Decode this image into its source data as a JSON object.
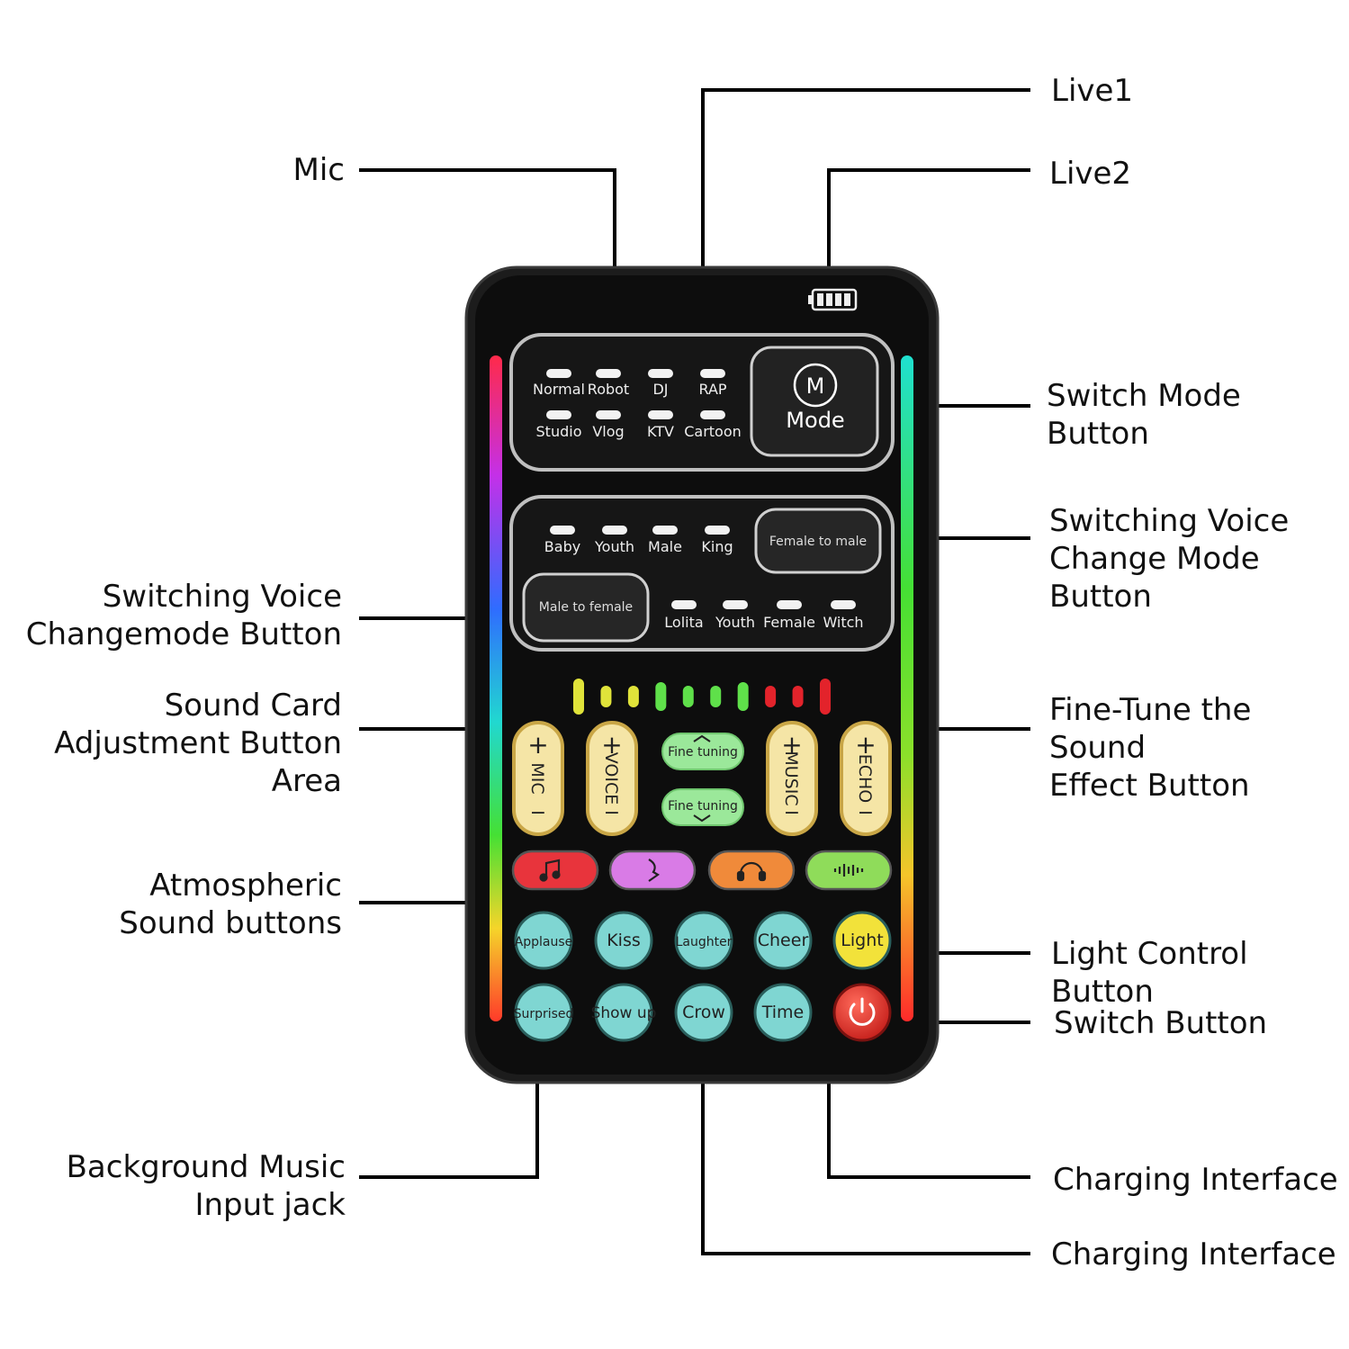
{
  "callouts": {
    "live1": "Live1",
    "mic": "Mic",
    "live2": "Live2",
    "switch_mode": "Switch Mode\nButton",
    "switch_voice_right": "Switching Voice\nChange Mode Button",
    "switch_voice_left": "Switching Voice\nChangemode Button",
    "sound_card": "Sound Card\nAdjustment Button Area",
    "fine_tune": "Fine-Tune the Sound\nEffect Button",
    "atmospheric": "Atmospheric\nSound buttons",
    "light_control": "Light Control Button",
    "switch_button": "Switch Button",
    "bg_music": "Background Music\nInput jack",
    "charging_1": "Charging Interface",
    "charging_2": "Charging Interface"
  },
  "device": {
    "mode_labels_row1": [
      "Normal",
      "Robot",
      "DJ",
      "RAP"
    ],
    "mode_labels_row2": [
      "Studio",
      "Vlog",
      "KTV",
      "Cartoon"
    ],
    "mode_button_icon_letter": "M",
    "mode_button_label": "Mode",
    "voice_labels_row1": [
      "Baby",
      "Youth",
      "Male",
      "King"
    ],
    "female_to_male": "Female to male",
    "male_to_female": "Male to female",
    "voice_labels_row2": [
      "Lolita",
      "Youth",
      "Female",
      "Witch"
    ],
    "sliders": [
      "MIC",
      "VOICE",
      "MUSIC",
      "ECHO"
    ],
    "slider_plus": "+",
    "slider_minus": "−",
    "fine_tuning_up": "Fine tuning",
    "fine_tuning_down": "Fine tuning",
    "effect_icons": [
      "music-note-icon",
      "face-profile-icon",
      "headphones-icon",
      "sound-wave-icon"
    ],
    "effect_colors": [
      "#e8343c",
      "#d97be6",
      "#f08a3a",
      "#8fdc5a"
    ],
    "sound_row1": [
      "Applause",
      "Kiss",
      "Laughter",
      "Cheer",
      "Light"
    ],
    "sound_row2": [
      "Surprised",
      "Show up",
      "Crow",
      "Time"
    ],
    "sound_button_color": "#7fd6d2",
    "light_button_color": "#f2e23a",
    "power_button_color": "#e0332b",
    "level_meter_colors": [
      "#e0e33a",
      "#e0e33a",
      "#e0e33a",
      "#5fe04a",
      "#5fe04a",
      "#5fe04a",
      "#5fe04a",
      "#e3232b",
      "#e3232b",
      "#e3232b"
    ],
    "battery_icon": "battery-icon"
  }
}
